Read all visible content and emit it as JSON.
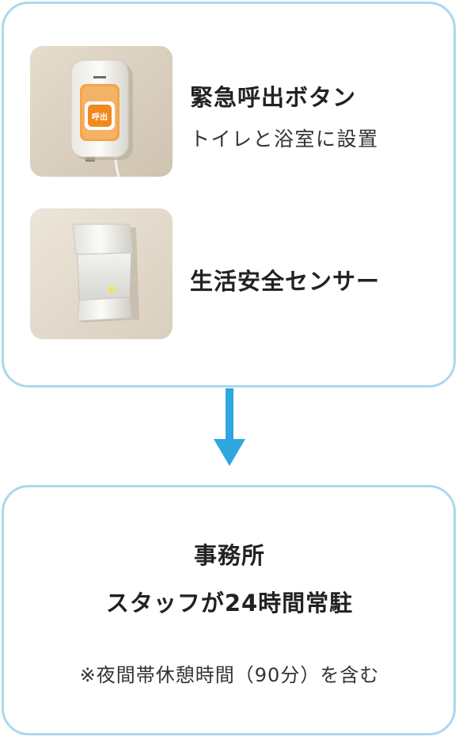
{
  "emergency_button": {
    "title": "緊急呼出ボタン",
    "subtitle": "トイレと浴室に設置",
    "device_label": "呼出"
  },
  "life_sensor": {
    "title": "生活安全センサー"
  },
  "office": {
    "line1": "事務所",
    "line2": "スタッフが24時間常駐",
    "note": "※夜間帯休憩時間（90分）を含む"
  },
  "colors": {
    "border": "#a9d9ec",
    "arrow": "#2ea7df",
    "button_orange": "#f08a1c"
  }
}
